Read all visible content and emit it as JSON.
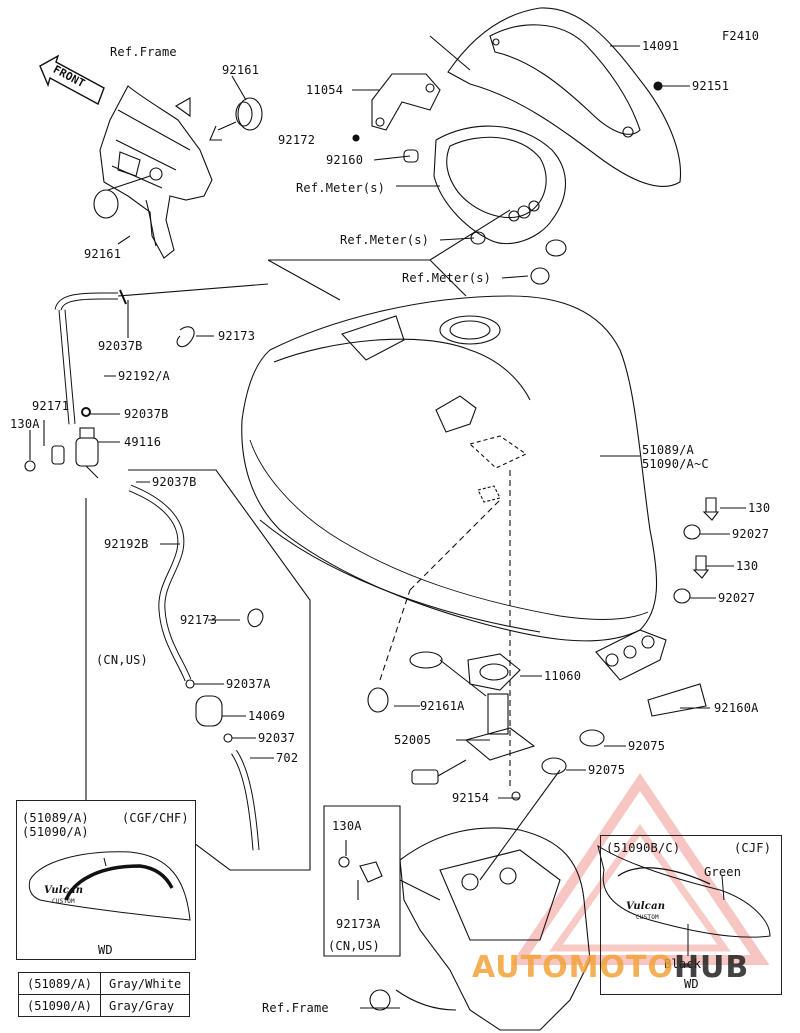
{
  "figure_code": "F2410",
  "front_arrow": "FRONT",
  "callouts": {
    "ref_frame_top": "Ref.Frame",
    "p92161_top": "92161",
    "p92161_bottom": "92161",
    "p14091": "14091",
    "p11054": "11054",
    "p92151": "92151",
    "p92172": "92172",
    "p92160": "92160",
    "ref_meter_1": "Ref.Meter(s)",
    "ref_meter_2": "Ref.Meter(s)",
    "ref_meter_3": "Ref.Meter(s)",
    "p92037B_1": "92037B",
    "p92173_1": "92173",
    "p92192A": "92192/A",
    "p92171": "92171",
    "p130A_left": "130A",
    "p92037B_2": "92037B",
    "p49116": "49116",
    "p92037B_3": "92037B",
    "p51089A": "51089/A",
    "p51090A": "51090/A~C",
    "p130_1": "130",
    "p92027_1": "92027",
    "p130_2": "130",
    "p92027_2": "92027",
    "p92192B": "92192B",
    "p92173_2": "92173",
    "cn_us_1": "(CN,US)",
    "p92037A": "92037A",
    "p14069": "14069",
    "p92037": "92037",
    "p702": "702",
    "p11060": "11060",
    "p92161A": "92161A",
    "p52005": "52005",
    "p92154": "92154",
    "p92160A": "92160A",
    "p92075_1": "92075",
    "p92075_2": "92075",
    "p130A_box": "130A",
    "p92173A": "92173A",
    "cn_us_2": "(CN,US)",
    "ref_frame_bottom": "Ref.Frame"
  },
  "inset_left": {
    "line1": "(51089/A)",
    "line2": "(51090/A)",
    "variant": "(CGF/CHF)",
    "logo": "Vulcan",
    "logo_sub": "CUSTOM",
    "caption": "WD"
  },
  "inset_right": {
    "line1": "(51090B/C)",
    "variant": "(CJF)",
    "green": "Green",
    "black": "Black",
    "logo": "Vulcan",
    "logo_sub": "CUSTOM",
    "caption": "WD"
  },
  "color_table": [
    {
      "part": "(51089/A)",
      "color": "Gray/White"
    },
    {
      "part": "(51090/A)",
      "color": "Gray/Gray"
    }
  ],
  "watermark": {
    "part1": "AUTOMOTO",
    "part2": "HUB",
    "accent": "#e23a2e",
    "secondary": "#f2a33a",
    "dark": "#222222"
  }
}
